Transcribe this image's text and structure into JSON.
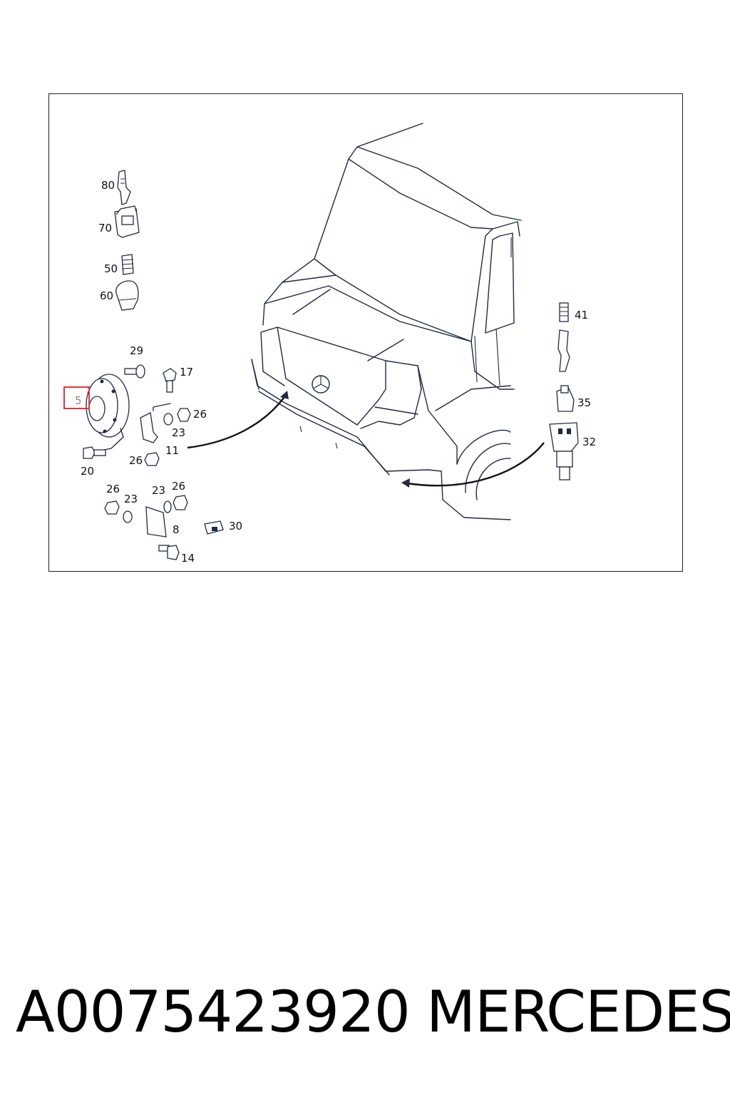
{
  "diagram": {
    "callouts": [
      {
        "id": "80",
        "text": "80"
      },
      {
        "id": "70",
        "text": "70"
      },
      {
        "id": "50",
        "text": "50"
      },
      {
        "id": "60",
        "text": "60"
      },
      {
        "id": "29",
        "text": "29"
      },
      {
        "id": "17",
        "text": "17"
      },
      {
        "id": "5",
        "text": "5"
      },
      {
        "id": "26a",
        "text": "26"
      },
      {
        "id": "23a",
        "text": "23"
      },
      {
        "id": "11",
        "text": "11"
      },
      {
        "id": "20",
        "text": "20"
      },
      {
        "id": "26b",
        "text": "26"
      },
      {
        "id": "26c",
        "text": "26"
      },
      {
        "id": "23b",
        "text": "23"
      },
      {
        "id": "23c",
        "text": "23"
      },
      {
        "id": "26d",
        "text": "26"
      },
      {
        "id": "8",
        "text": "8"
      },
      {
        "id": "30",
        "text": "30"
      },
      {
        "id": "14",
        "text": "14"
      },
      {
        "id": "41",
        "text": "41"
      },
      {
        "id": "35",
        "text": "35"
      },
      {
        "id": "32",
        "text": "32"
      }
    ],
    "highlighted_callout": "5",
    "highlight_color": "#e0353b"
  },
  "footer": {
    "part_number": "A0075423920",
    "brand": "MERCEDES"
  }
}
